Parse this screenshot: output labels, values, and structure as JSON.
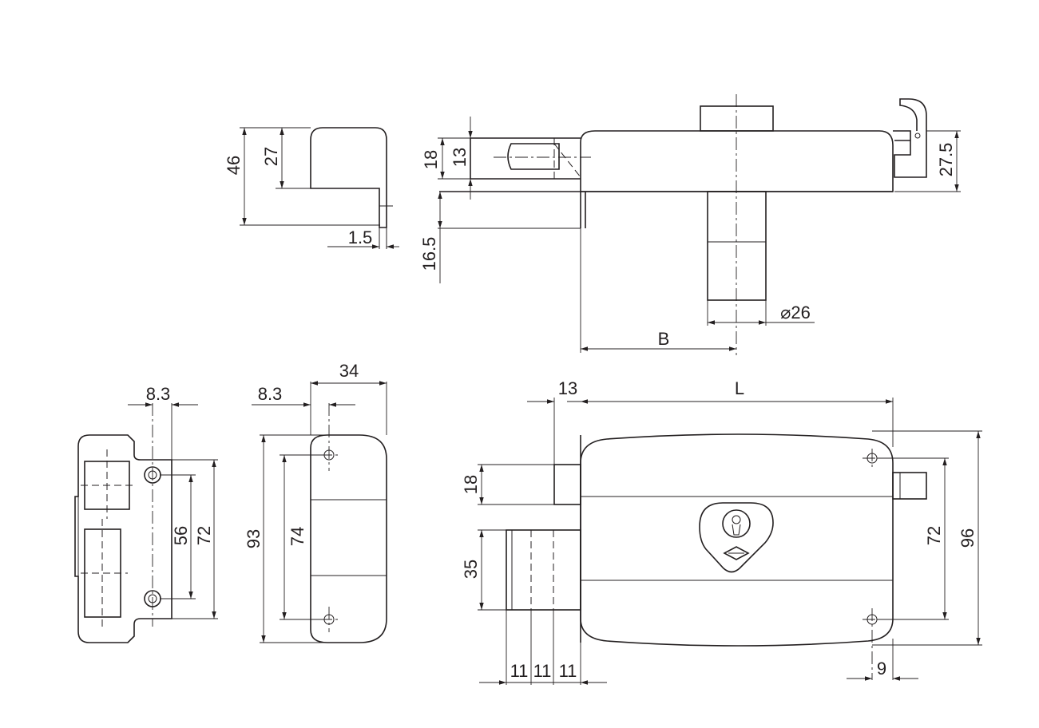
{
  "drawing": {
    "side_view": {
      "dims": {
        "overall_height": "46",
        "inner_height": "27",
        "wall": "1.5"
      }
    },
    "top_view": {
      "dims": {
        "bolt_total": "18",
        "bolt_inner": "13",
        "flange": "16.5",
        "cap_height": "27.5",
        "cylinder_diameter": "⌀26",
        "backset": "B"
      }
    },
    "keeper_view": {
      "dims": {
        "offset": "8.3",
        "hole_pitch": "56",
        "height": "72"
      }
    },
    "end_view": {
      "dims": {
        "width": "34",
        "offset": "8.3",
        "height": "93",
        "hole_pitch": "74"
      }
    },
    "front_view": {
      "dims": {
        "projection": "13",
        "length": "L",
        "latch_height": "18",
        "bolt_height": "35",
        "hole_pitch": "72",
        "height": "96",
        "pitch_1": "11",
        "pitch_2": "11",
        "pitch_3": "11",
        "edge": "9"
      }
    }
  }
}
